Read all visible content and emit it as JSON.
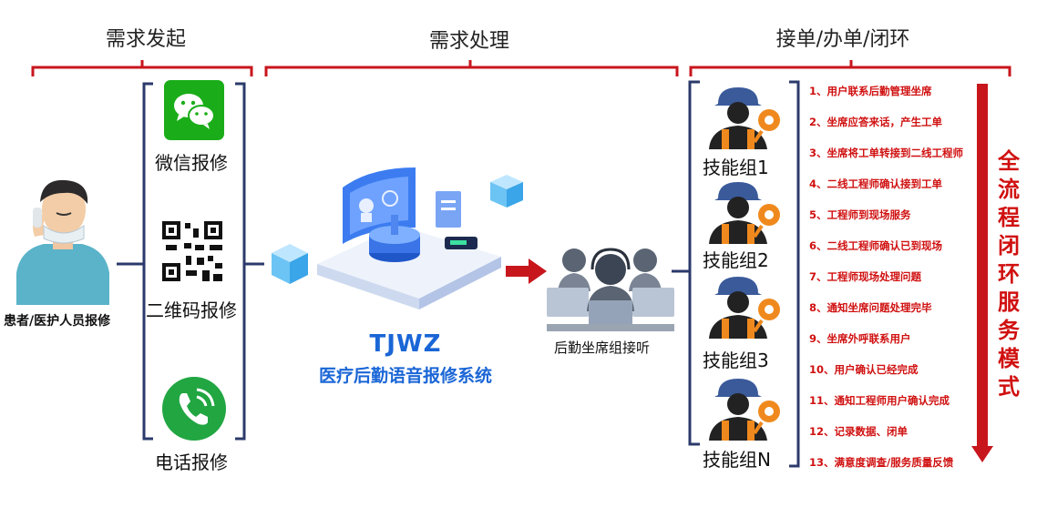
{
  "headers": {
    "initiate": "需求发起",
    "process": "需求处理",
    "close": "接单/办单/闭环"
  },
  "patient_label": "患者/医护人员报修",
  "channels": {
    "wechat": "微信报修",
    "qrcode": "二维码报修",
    "phone": "电话报修"
  },
  "system": {
    "brand": "TJWZ",
    "name": "医疗后勤语音报修系统"
  },
  "agents_label": "后勤坐席组接听",
  "groups": [
    "技能组1",
    "技能组2",
    "技能组3",
    "技能组N"
  ],
  "steps": [
    "1、用户联系后勤管理坐席",
    "2、坐席应答来话，产生工单",
    "3、坐席将工单转接到二线工程师",
    "4、二线工程师确认接到工单",
    "5、工程师到现场服务",
    "6、二线工程师确认已到现场",
    "7、工程师现场处理问题",
    "8、通知坐席问题处理完毕",
    "9、坐席外呼联系用户",
    "10、用户确认已经完成",
    "11、通知工程师用户确认完成",
    "12、记录数据、闭单",
    "13、满意度调查/服务质量反馈"
  ],
  "service_mode": [
    "全",
    "流",
    "程",
    "闭",
    "环",
    "服",
    "务",
    "模",
    "式"
  ],
  "colors": {
    "red": "#c8161d",
    "blue": "#1a66d6",
    "navy": "#2b3a6b",
    "green": "#1aad19"
  }
}
